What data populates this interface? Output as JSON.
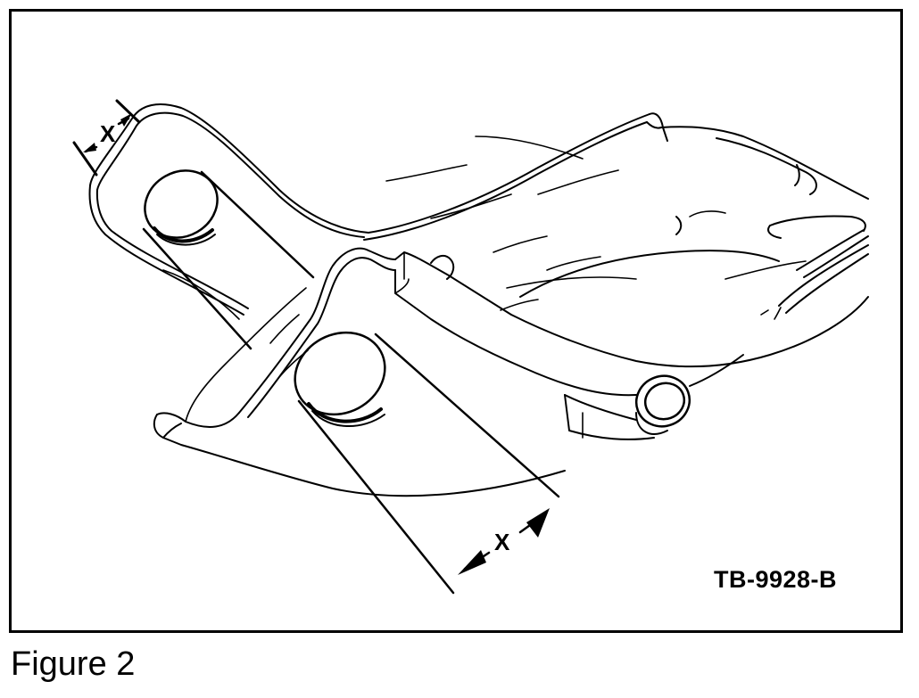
{
  "figure": {
    "caption": "Figure 2",
    "drawing_id": "TB-9928-B",
    "dimension_labels": {
      "upper": "X",
      "lower": "X"
    }
  }
}
